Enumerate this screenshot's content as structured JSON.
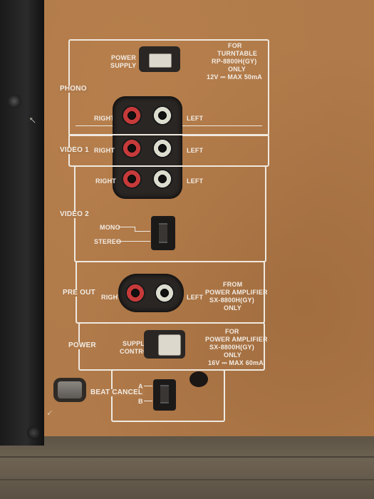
{
  "phono": {
    "section_label": "PHONO",
    "power_supply_label_1": "POWER",
    "power_supply_label_2": "SUPPLY",
    "note_1": "FOR",
    "note_2": "TURNTABLE",
    "note_3": "RP-8800H(GY)",
    "note_4": "ONLY",
    "note_5": "12V ⎓ MAX 50mA",
    "right": "RIGHT",
    "left": "LEFT"
  },
  "video1": {
    "section_label": "VIDEO 1",
    "right": "RIGHT",
    "left": "LEFT"
  },
  "video2": {
    "section_label": "VIDEO 2",
    "right": "RIGHT",
    "left": "LEFT",
    "mono": "MONO",
    "stereo": "STEREO"
  },
  "preout": {
    "section_label": "PRE OUT",
    "right": "RIGHT",
    "left": "LEFT",
    "note_1": "FROM",
    "note_2": "POWER AMPLIFIER",
    "note_3": "SX-8800H(GY)",
    "note_4": "ONLY"
  },
  "power": {
    "section_label": "POWER",
    "supply_label_1": "SUPPLY",
    "supply_label_2": "CONTROL",
    "note_1": "FOR",
    "note_2": "POWER AMPLIFIER",
    "note_3": "SX-8800H(GY)",
    "note_4": "ONLY",
    "note_5": "16V ⎓ MAX 60mA"
  },
  "beat_cancel": {
    "section_label": "BEAT CANCEL",
    "a": "A",
    "b": "B"
  }
}
